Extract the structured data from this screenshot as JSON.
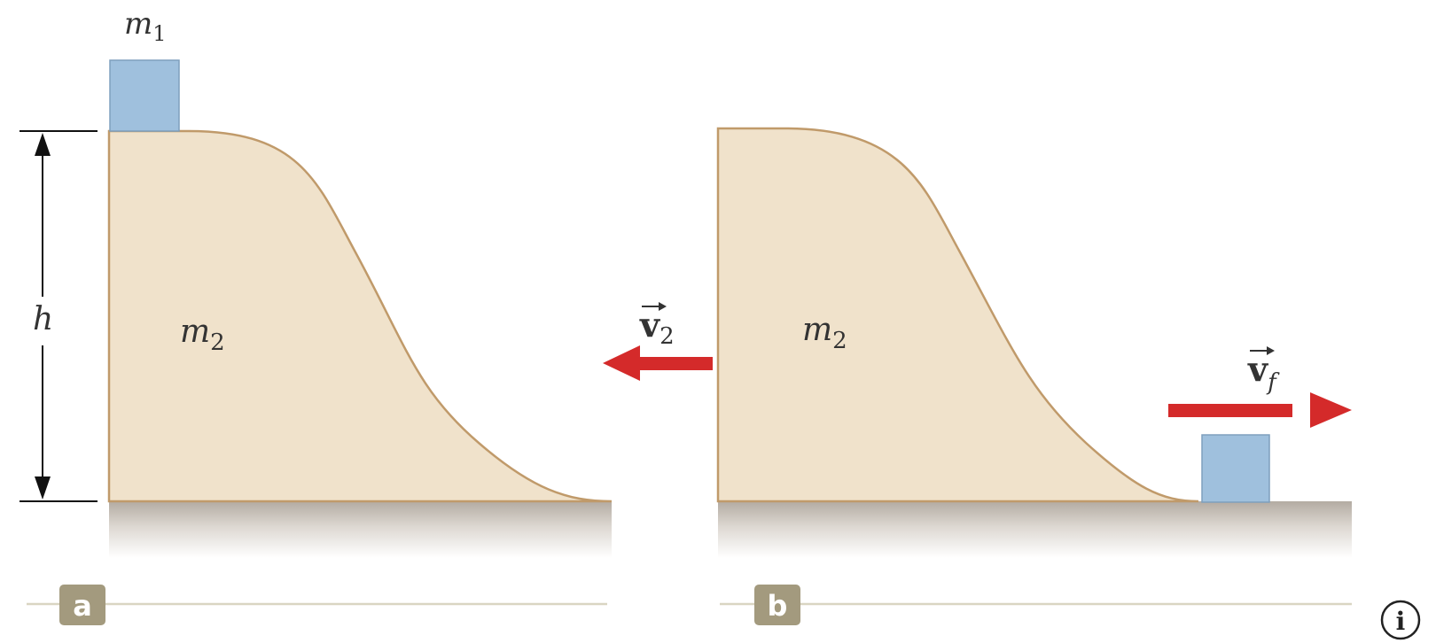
{
  "panel_a": {
    "block_label": "m",
    "block_label_sub": "1",
    "body_label": "m",
    "body_label_sub": "2",
    "height_label": "h",
    "badge": "a"
  },
  "panel_b": {
    "body_label": "m",
    "body_label_sub": "2",
    "v2_label": "v",
    "v2_sub": "2",
    "vf_label": "v",
    "vf_sub": "f",
    "badge": "b"
  },
  "colors": {
    "body_fill": "#f0e2cb",
    "body_stroke": "#c09a6a",
    "block_fill": "#9fc0dd",
    "block_stroke": "#7e9fbd",
    "arrow_red": "#d42a2a",
    "badge_fill": "#a39a7e",
    "ground_top": "#b9b1a8"
  },
  "icons": {
    "info": "info-icon",
    "info_glyph": "i"
  }
}
